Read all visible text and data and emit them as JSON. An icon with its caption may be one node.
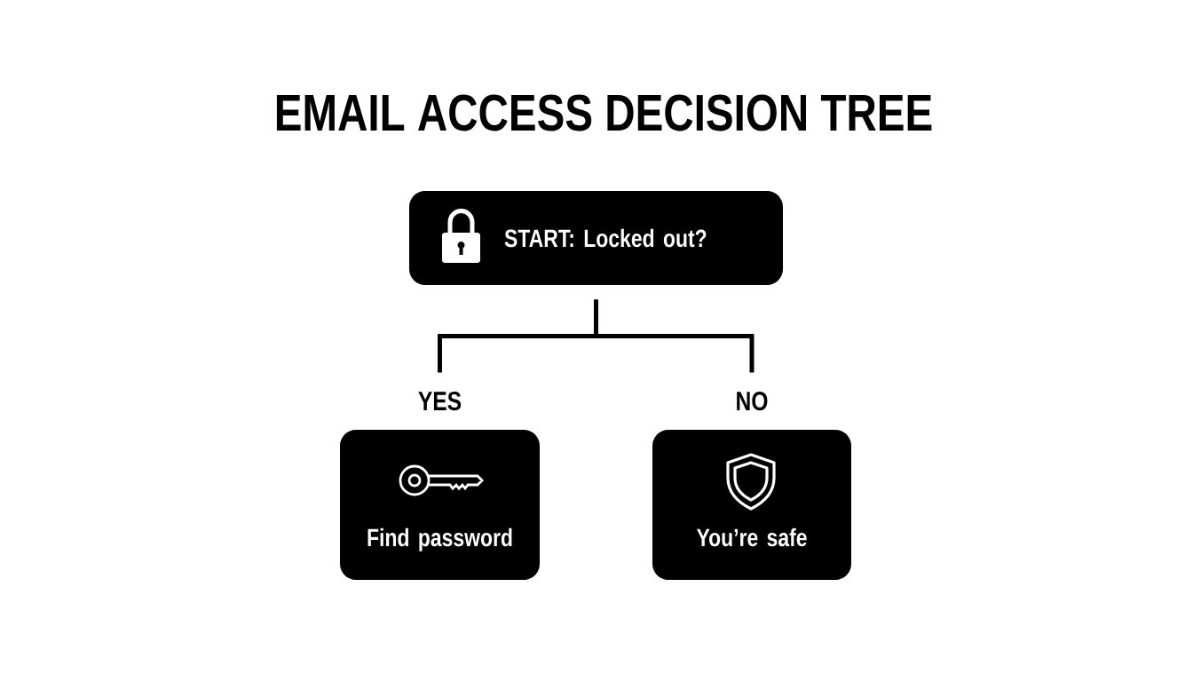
{
  "diagram": {
    "title": "EMAIL ACCESS DECISION TREE",
    "nodes": [
      {
        "text": [
          "START: Locked out?"
        ]
      },
      {
        "text": [
          "Find password"
        ]
      },
      {
        "text": [
          "You’re safe"
        ]
      }
    ],
    "edges": [
      {
        "from": 0,
        "to": 1,
        "arrow": "none",
        "label": "YES"
      },
      {
        "from": 0,
        "to": 2,
        "arrow": "none",
        "label": "NO"
      }
    ]
  }
}
